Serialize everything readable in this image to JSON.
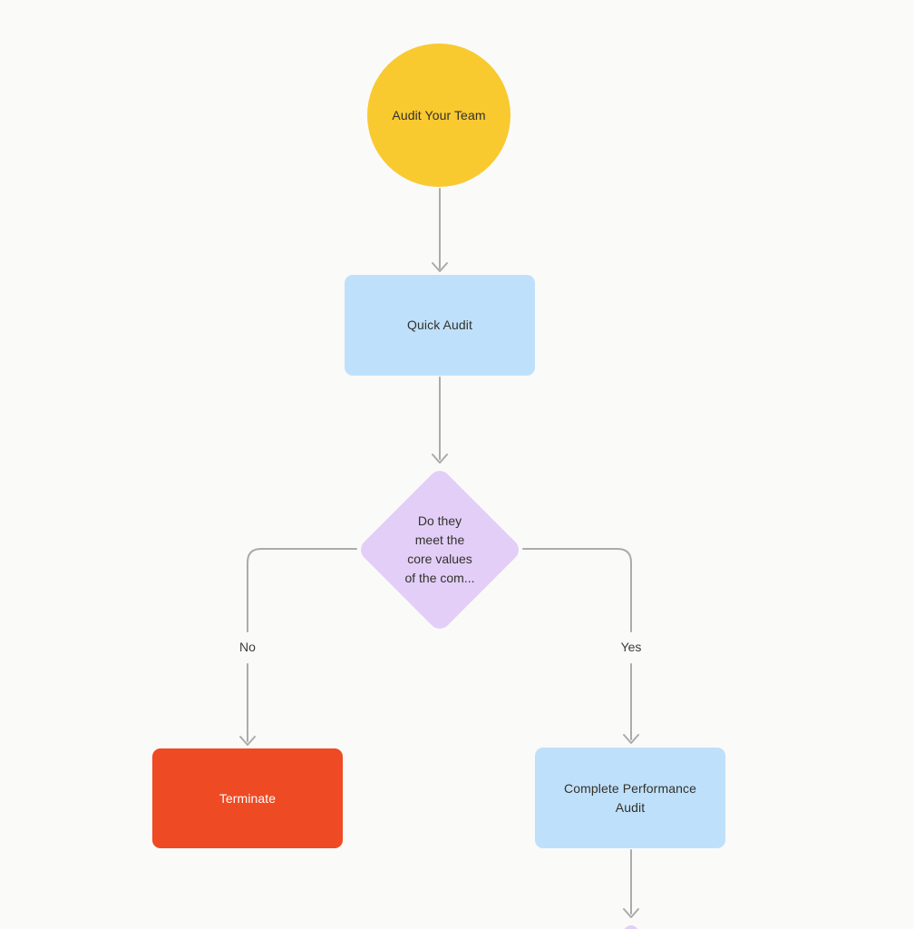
{
  "colors": {
    "background": "#fafaf9",
    "connector": "#ababab",
    "node_text_dark": "#33312c",
    "node_text_light": "#ffffff",
    "start_fill": "#f9c930",
    "process_fill": "#bfe0fa",
    "decision_fill": "#e2cef7",
    "terminate_fill": "#ee4a23"
  },
  "nodes": {
    "start": {
      "shape": "circle",
      "label": "Audit Your Team"
    },
    "quick_audit": {
      "shape": "rectangle",
      "label": "Quick Audit"
    },
    "decision": {
      "shape": "diamond",
      "label": "Do they meet the core values of the com...",
      "lines": [
        "Do they",
        "meet the",
        "core values",
        "of the com..."
      ]
    },
    "terminate": {
      "shape": "rectangle",
      "label": "Terminate"
    },
    "complete_audit": {
      "shape": "rectangle",
      "label": "Complete Performance Audit"
    },
    "next_decision_partial": {
      "shape": "diamond",
      "label": ""
    }
  },
  "edges": {
    "no_label": "No",
    "yes_label": "Yes"
  }
}
